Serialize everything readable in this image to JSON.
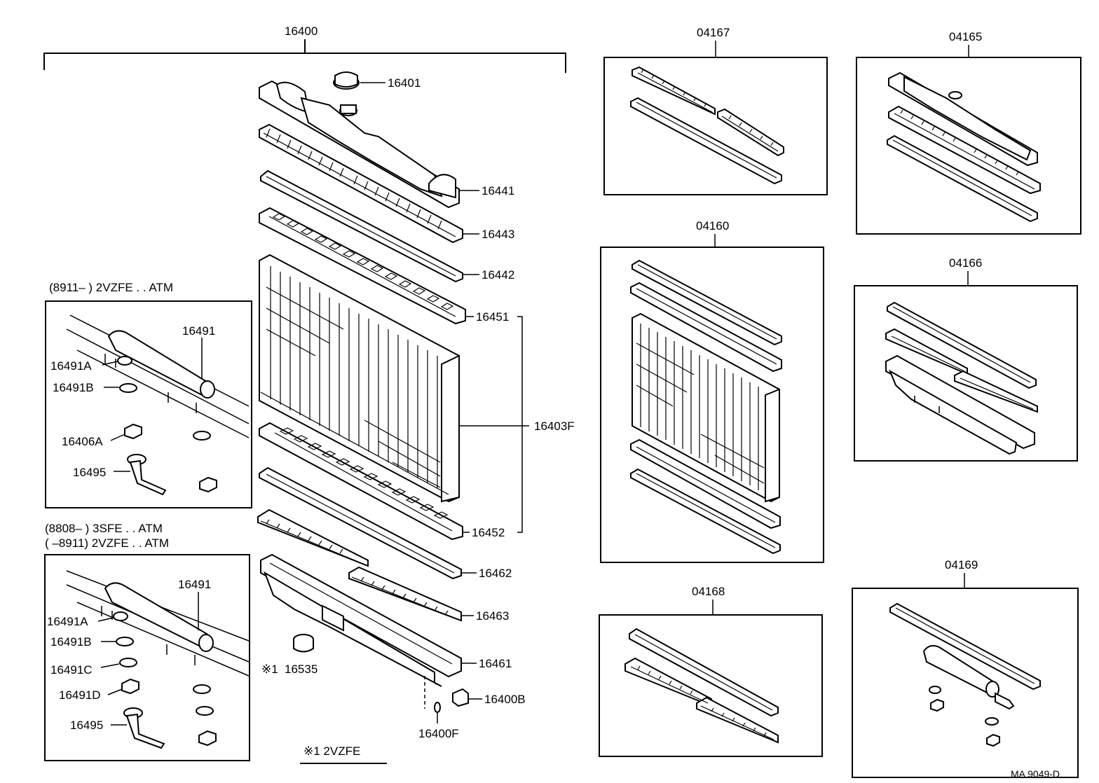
{
  "labels": {
    "assembly": "16400",
    "cap": "16401",
    "upper_tank": "16441",
    "upper_gasket_plate": "16443",
    "upper_gasket": "16442",
    "upper_plate": "16451",
    "core": "16403F",
    "lower_plate": "16452",
    "lower_gasket": "16462",
    "lower_gasket_plate": "16463",
    "lower_tank": "16461",
    "drain_cock": "16400B",
    "drain_plug": "16400F",
    "cushion_mark": "※1",
    "cushion": "16535",
    "footnote": "※1  2VZFE",
    "figure_code": "MA  9049-D"
  },
  "inset_top": {
    "heading": "(8911–        ) 2VZFE . . ATM",
    "pipe": "16491",
    "bolt": "16491A",
    "gasket_b": "16491B",
    "nut": "16406A",
    "hose": "16495"
  },
  "inset_bottom": {
    "heading_1": "(8808–        ) 3SFE . . ATM",
    "heading_2": "(        –8911) 2VZFE . . ATM",
    "pipe": "16491",
    "bolt": "16491A",
    "gasket_b": "16491B",
    "gasket_c": "16491C",
    "nut": "16491D",
    "hose": "16495"
  },
  "kits": [
    {
      "code": "04167"
    },
    {
      "code": "04165"
    },
    {
      "code": "04160"
    },
    {
      "code": "04166"
    },
    {
      "code": "04168"
    },
    {
      "code": "04169"
    }
  ]
}
